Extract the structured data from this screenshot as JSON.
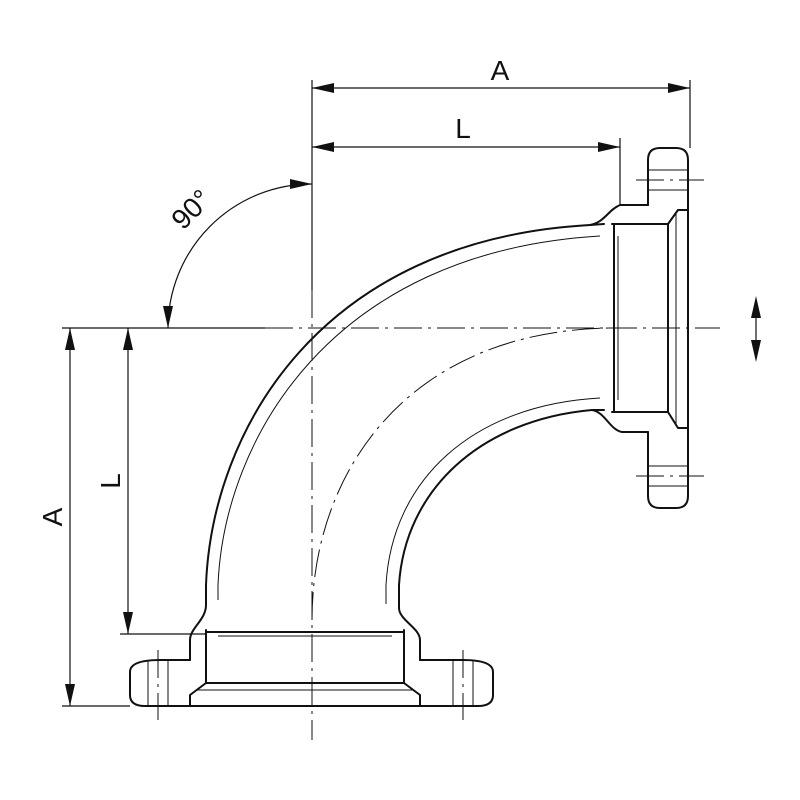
{
  "drawing": {
    "dimensions": {
      "top_overall": "A",
      "top_length": "L",
      "left_overall": "A",
      "left_length": "L",
      "angle": "90°"
    }
  }
}
